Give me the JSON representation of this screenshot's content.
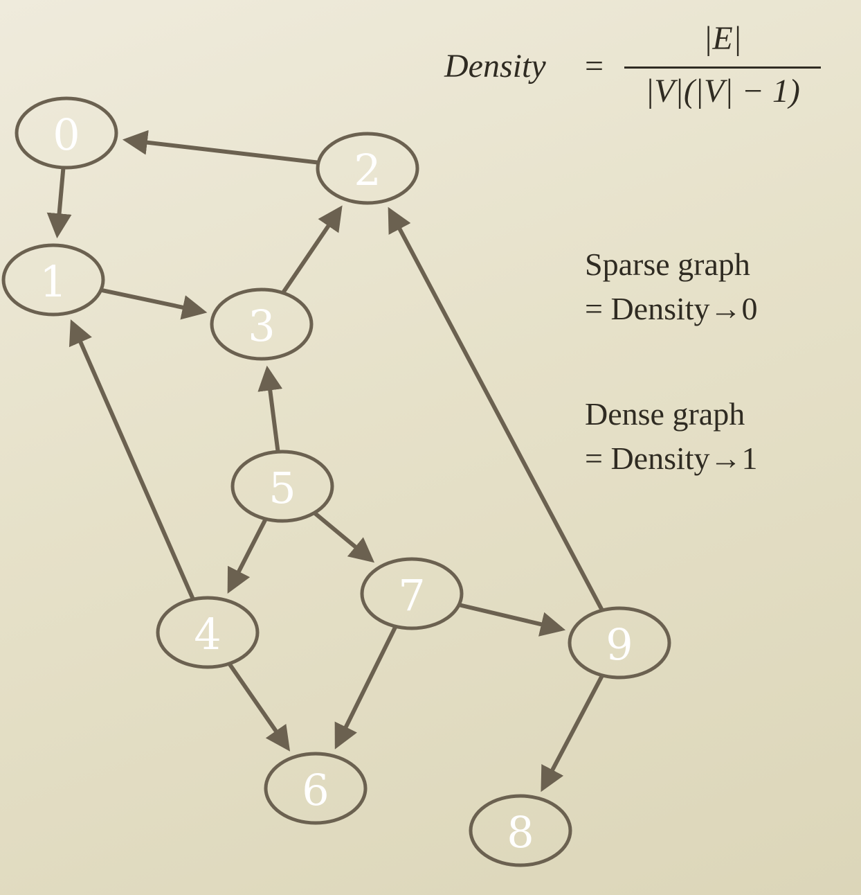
{
  "formula": {
    "lhs": "Density",
    "equals": "=",
    "numerator": "|E|",
    "denominator": "|V|(|V| − 1)"
  },
  "notes": {
    "sparse": {
      "line1": "Sparse graph",
      "line2": "= Density→0"
    },
    "dense": {
      "line1": "Dense graph",
      "line2": "= Density→1"
    }
  },
  "graph": {
    "node_color": "#6b6150",
    "edge_color": "#6b6150",
    "nodes": [
      {
        "id": "0",
        "label": "0"
      },
      {
        "id": "1",
        "label": "1"
      },
      {
        "id": "2",
        "label": "2"
      },
      {
        "id": "3",
        "label": "3"
      },
      {
        "id": "4",
        "label": "4"
      },
      {
        "id": "5",
        "label": "5"
      },
      {
        "id": "6",
        "label": "6"
      },
      {
        "id": "7",
        "label": "7"
      },
      {
        "id": "8",
        "label": "8"
      },
      {
        "id": "9",
        "label": "9"
      }
    ],
    "edges": [
      {
        "from": "2",
        "to": "0"
      },
      {
        "from": "0",
        "to": "1"
      },
      {
        "from": "1",
        "to": "3"
      },
      {
        "from": "3",
        "to": "2"
      },
      {
        "from": "9",
        "to": "2"
      },
      {
        "from": "5",
        "to": "3"
      },
      {
        "from": "4",
        "to": "1"
      },
      {
        "from": "5",
        "to": "4"
      },
      {
        "from": "5",
        "to": "7"
      },
      {
        "from": "7",
        "to": "9"
      },
      {
        "from": "4",
        "to": "6"
      },
      {
        "from": "7",
        "to": "6"
      },
      {
        "from": "9",
        "to": "8"
      }
    ]
  }
}
